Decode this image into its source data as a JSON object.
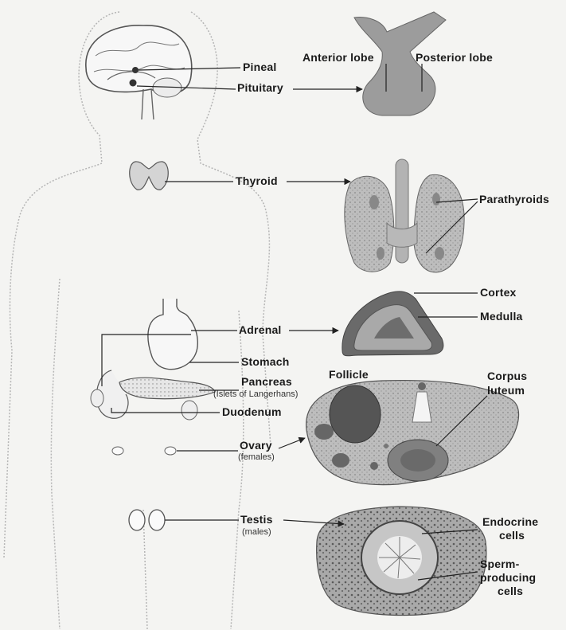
{
  "labels": {
    "pineal": "Pineal",
    "pituitary": "Pituitary",
    "anterior_lobe": "Anterior lobe",
    "posterior_lobe": "Posterior lobe",
    "thyroid": "Thyroid",
    "parathyroids": "Parathyroids",
    "cortex": "Cortex",
    "medulla": "Medulla",
    "adrenal": "Adrenal",
    "stomach": "Stomach",
    "pancreas": "Pancreas",
    "pancreas_note": "(Islets of Langerhans)",
    "duodenum": "Duodenum",
    "follicle": "Follicle",
    "corpus": "Corpus",
    "luteum": "luteum",
    "ovary": "Ovary",
    "ovary_note": "(females)",
    "testis": "Testis",
    "testis_note": "(males)",
    "endocrine_line1": "Endocrine",
    "endocrine_line2": "cells",
    "sperm_line1": "Sperm-",
    "sperm_line2": "producing",
    "sperm_line3": "cells"
  }
}
